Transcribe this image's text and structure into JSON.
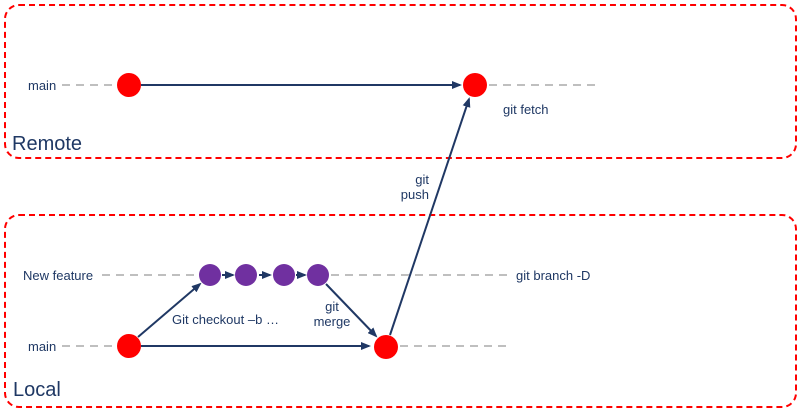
{
  "diagram": {
    "remote_box": {
      "title": "Remote",
      "main_branch_label": "main",
      "git_fetch_label": "git fetch"
    },
    "local_box": {
      "title": "Local",
      "main_branch_label": "main",
      "feature_branch_label": "New feature",
      "git_checkout_label": "Git checkout –b …",
      "git_merge_label": "git merge",
      "git_branch_delete_label": "git branch -D"
    },
    "git_push_label": "git push",
    "colors": {
      "box_border": "#ff0000",
      "commit_main": "#ff0000",
      "commit_feature": "#7030a0",
      "arrow_line": "#203864",
      "text": "#1f3864",
      "track_dash": "#bfbfbf"
    }
  }
}
